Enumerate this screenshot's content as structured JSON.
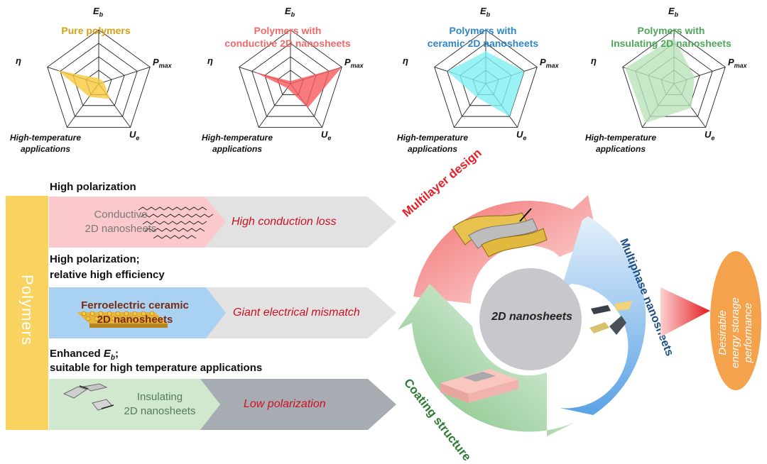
{
  "radars": [
    {
      "title": "Pure polymers",
      "color": "#d4a017",
      "fill": "#f9c93b",
      "values": [
        0.1,
        0.1,
        0.35,
        0.3,
        0.8
      ]
    },
    {
      "title": "Polymers with\nconductive 2D nanosheets",
      "color": "#f06a6a",
      "fill": "#f7595c",
      "values": [
        0.05,
        1.0,
        0.55,
        0.1,
        0.7
      ]
    },
    {
      "title": "Polymers with\nceramic 2D nanosheets",
      "color": "#2e86c8",
      "fill": "#7ff0f3",
      "values": [
        0.6,
        0.75,
        0.75,
        0.3,
        0.75
      ]
    },
    {
      "title": "Polymers with\nInsulating 2D nanosheets",
      "color": "#4fa659",
      "fill": "#b9e3b9",
      "values": [
        0.85,
        0.4,
        0.55,
        0.9,
        0.95
      ]
    }
  ],
  "axes": {
    "eb": "E",
    "eb_sub": "b",
    "pmax": "P",
    "pmax_sub": "max",
    "ue": "U",
    "ue_sub": "e",
    "ht": "High-temperature\napplications",
    "eta": "η"
  },
  "polymers_label": "Polymers",
  "rows": [
    {
      "heading": "High polarization",
      "category": "Conductive\n2D nanosheets",
      "consequence": "High conduction loss"
    },
    {
      "heading": "High polarization;\nrelative high efficiency",
      "category": "Ferroelectric ceramic\n2D nanosheets",
      "consequence": "Giant electrical mismatch"
    },
    {
      "heading_prefix": "Enhanced ",
      "heading_math": "E",
      "heading_math_sub": "b",
      "heading_suffix": ";",
      "heading_line2": "suitable for high temperature  applications",
      "category": "Insulating\n2D nanosheets",
      "consequence": "Low polarization"
    }
  ],
  "cycle": {
    "center": "2D nanosheets",
    "multilayer": "Multilayer design",
    "multiphase": "Multiphase nanosheets",
    "coating": "Coating structure"
  },
  "outcome": "Desirable\nenergy storage\nperformance"
}
